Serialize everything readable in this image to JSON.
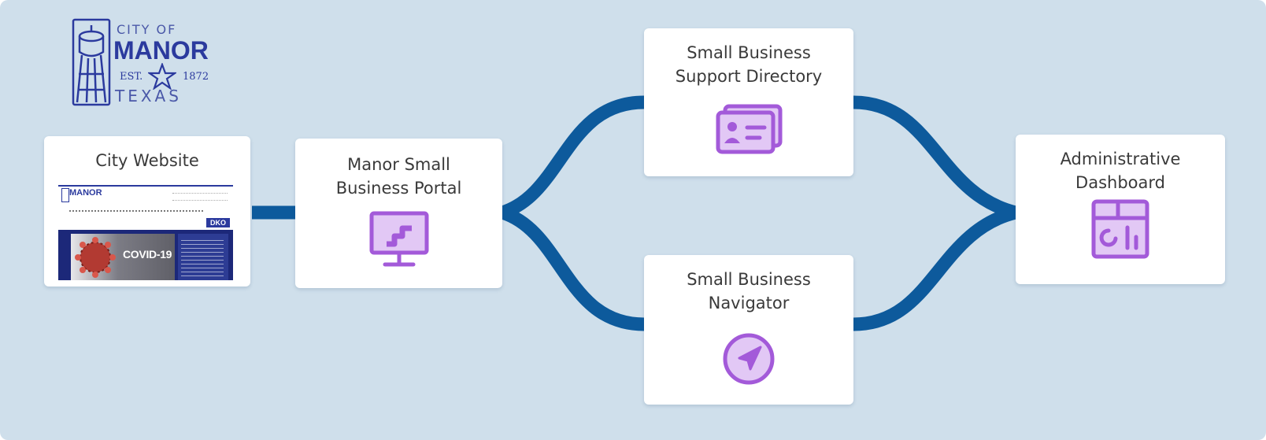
{
  "logo": {
    "line1": "CITY OF",
    "line2": "MANOR",
    "est": "EST.",
    "year": "1872",
    "line3": "TEXAS"
  },
  "nodes": {
    "city_website": {
      "title": "City Website",
      "thumbnail": {
        "brand": "MANOR",
        "badge": "DKO",
        "hero_text": "COVID-19"
      }
    },
    "portal": {
      "title_line1": "Manor Small",
      "title_line2": "Business Portal",
      "icon": "monitor-icon"
    },
    "directory": {
      "title_line1": "Small Business",
      "title_line2": "Support Directory",
      "icon": "id-cards-icon"
    },
    "navigator": {
      "title_line1": "Small Business",
      "title_line2": "Navigator",
      "icon": "navigation-arrow-icon"
    },
    "dashboard": {
      "title_line1": "Administrative",
      "title_line2": "Dashboard",
      "icon": "dashboard-icon"
    }
  },
  "colors": {
    "background": "#cfdfeb",
    "connector": "#0d5a9c",
    "icon_fill": "#e2c8f5",
    "icon_stroke": "#a35ad9",
    "logo_blue": "#2b3a9e"
  }
}
